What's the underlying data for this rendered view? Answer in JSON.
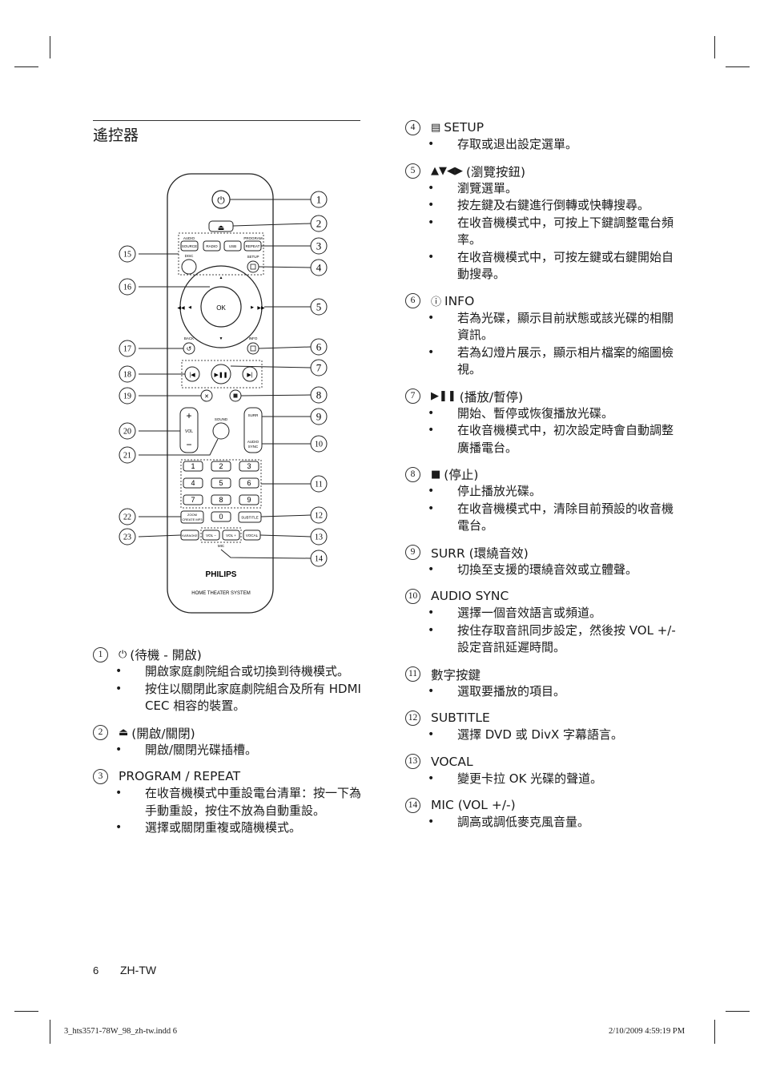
{
  "page_title": "遙控器",
  "remote": {
    "labels": {
      "audio": "AUDIO",
      "source": "SOURCE",
      "radio": "RADIO",
      "usb": "USB",
      "program": "PROGRAM",
      "repeat": "REPEAT",
      "disc": "DISC",
      "setup": "SETUP",
      "ok": "OK",
      "back": "BACK",
      "info": "INFO",
      "sound": "SOUND",
      "vol": "VOL",
      "surr": "SURR",
      "audio_sync_1": "AUDIO",
      "audio_sync_2": "SYNC",
      "digits": [
        "1",
        "2",
        "3",
        "4",
        "5",
        "6",
        "7",
        "8",
        "9",
        "0"
      ],
      "zoom_1": "ZOOM",
      "zoom_2": "CREATE MP3",
      "subtitle": "SUBTITLE",
      "karaoke": "KARAOKE",
      "vol_minus": "VOL −",
      "vol_plus": "VOL +",
      "vocal": "VOCAL",
      "mic": "MIC",
      "brand": "PHILIPS",
      "product": "HOME THEATER SYSTEM"
    },
    "callouts": [
      "1",
      "2",
      "3",
      "4",
      "5",
      "6",
      "7",
      "8",
      "9",
      "10",
      "11",
      "12",
      "13",
      "14",
      "15",
      "16",
      "17",
      "18",
      "19",
      "20",
      "21",
      "22",
      "23"
    ]
  },
  "left_items": [
    {
      "num": "1",
      "symbol": "⏻",
      "title": "(待機 - 開啟)",
      "bullets": [
        "開啟家庭劇院組合或切換到待機模式。",
        "按住以關閉此家庭劇院組合及所有 HDMI CEC 相容的裝置。"
      ]
    },
    {
      "num": "2",
      "symbol": "⏏",
      "title": "(開啟/關閉)",
      "bullets": [
        "開啟/關閉光碟插槽。"
      ]
    },
    {
      "num": "3",
      "symbol": "",
      "title": "PROGRAM / REPEAT",
      "bullets": [
        "在收音機模式中重設電台清單：按一下為手動重設，按住不放為自動重設。",
        "選擇或關閉重複或隨機模式。"
      ]
    }
  ],
  "right_items": [
    {
      "num": "4",
      "symbol": "▤",
      "title": "SETUP",
      "bullets": [
        "存取或退出設定選單。"
      ]
    },
    {
      "num": "5",
      "symbol": "▲▼◀▶",
      "title": "(瀏覽按鈕)",
      "bullets": [
        "瀏覽選單。",
        "按左鍵及右鍵進行倒轉或快轉搜尋。",
        "在收音機模式中，可按上下鍵調整電台頻率。",
        "在收音機模式中，可按左鍵或右鍵開始自動搜尋。"
      ]
    },
    {
      "num": "6",
      "symbol": "ⓘ",
      "title": "INFO",
      "bullets": [
        "若為光碟，顯示目前狀態或該光碟的相關資訊。",
        "若為幻燈片展示，顯示相片檔案的縮圖檢視。"
      ]
    },
    {
      "num": "7",
      "symbol": "▶❚❚",
      "title": "(播放/暫停)",
      "bullets": [
        "開始、暫停或恢復播放光碟。",
        "在收音機模式中，初次設定時會自動調整廣播電台。"
      ]
    },
    {
      "num": "8",
      "symbol": "■",
      "title": "(停止)",
      "bullets": [
        "停止播放光碟。",
        "在收音機模式中，清除目前預設的收音機電台。"
      ]
    },
    {
      "num": "9",
      "symbol": "",
      "title": "SURR (環繞音效)",
      "bullets": [
        "切換至支援的環繞音效或立體聲。"
      ]
    },
    {
      "num": "10",
      "symbol": "",
      "title": "AUDIO SYNC",
      "bullets": [
        "選擇一個音效語言或頻道。",
        "按住存取音訊同步設定，然後按 VOL +/- 設定音訊延遲時間。"
      ]
    },
    {
      "num": "11",
      "symbol": "",
      "title": "數字按鍵",
      "bullets": [
        "選取要播放的項目。"
      ]
    },
    {
      "num": "12",
      "symbol": "",
      "title": "SUBTITLE",
      "bullets": [
        "選擇 DVD 或 DivX 字幕語言。"
      ]
    },
    {
      "num": "13",
      "symbol": "",
      "title": "VOCAL",
      "bullets": [
        "變更卡拉 OK 光碟的聲道。"
      ]
    },
    {
      "num": "14",
      "symbol": "",
      "title": "MIC (VOL +/-)",
      "bullets": [
        "調高或調低麥克風音量。"
      ]
    }
  ],
  "footer": {
    "page_number": "6",
    "language": "ZH-TW"
  },
  "slug": {
    "file": "3_hts3571-78W_98_zh-tw.indd   6",
    "timestamp": "2/10/2009   4:59:19 PM"
  }
}
